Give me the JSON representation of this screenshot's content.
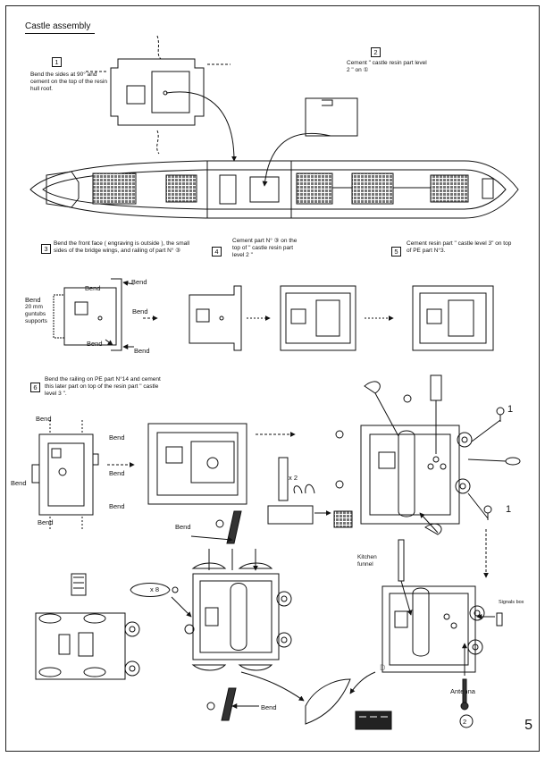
{
  "page": {
    "title": "Castle assembly",
    "page_number": "5"
  },
  "steps": [
    {
      "number": "1",
      "text": "Bend the sides at 90° and cement on the top of the resin hull roof."
    },
    {
      "number": "2",
      "text": "Cement \" castle resin part level 2 \" on ①"
    },
    {
      "number": "3",
      "text": "Bend the front face ( engraving is outside ), the small sides of the bridge wings, and railing of part N° ③"
    },
    {
      "number": "4",
      "text": "Cement part N° ③ on the top of \" castle resin part level 2 \""
    },
    {
      "number": "5",
      "text": "Cement resin part \" castle level 3\" on top of PE part N°3."
    },
    {
      "number": "6",
      "text": "Bend the railing on PE part N°14 and cement this later part on top of the resin part \" castle level 3 \"."
    }
  ],
  "labels": {
    "bend": "Bend",
    "guntubs": "20 mm guntubs supports",
    "times_two": "x 2",
    "times_eight": "x 8",
    "one": "1",
    "kitchen_funnel": "Kitchen funnel",
    "signals_box": "Signals box",
    "antenna": "Antenna",
    "two_circled": "2",
    "letter_d": "D"
  }
}
